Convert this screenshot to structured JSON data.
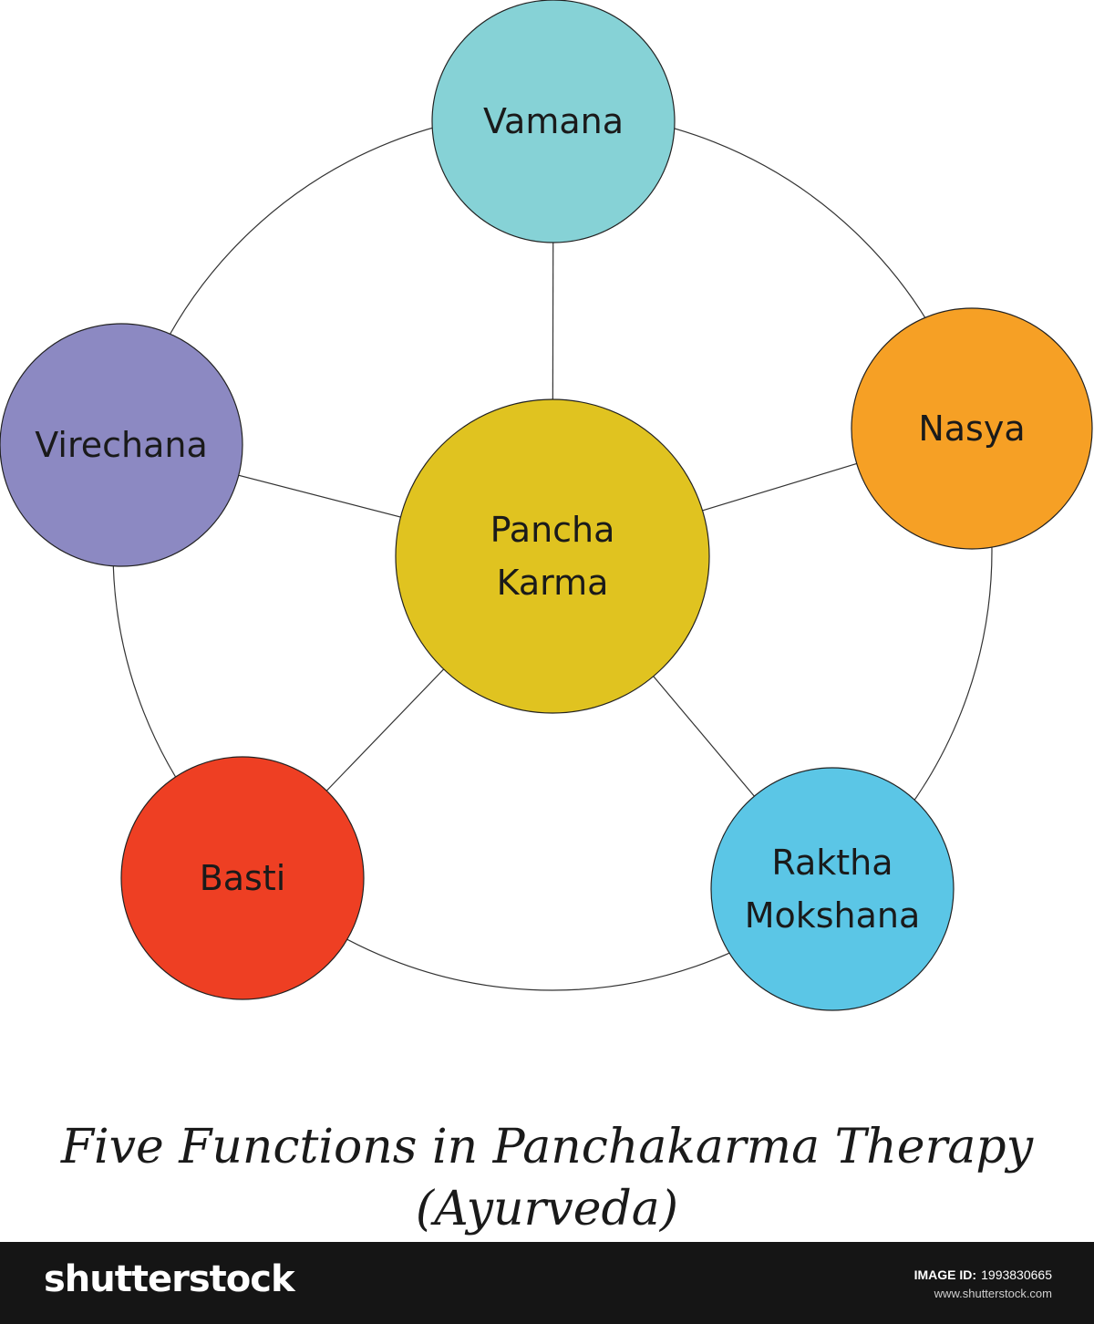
{
  "diagram": {
    "center": {
      "label_lines": [
        "Pancha",
        "Karma"
      ],
      "color": "#E0C320"
    },
    "nodes": [
      {
        "id": "vamana",
        "label_lines": [
          "Vamana"
        ],
        "color": "#86D2D6"
      },
      {
        "id": "nasya",
        "label_lines": [
          "Nasya"
        ],
        "color": "#F6A025"
      },
      {
        "id": "raktha-mokshana",
        "label_lines": [
          "Raktha",
          "Mokshana"
        ],
        "color": "#5BC6E6"
      },
      {
        "id": "basti",
        "label_lines": [
          "Basti"
        ],
        "color": "#EE3F23"
      },
      {
        "id": "virechana",
        "label_lines": [
          "Virechana"
        ],
        "color": "#8C89C2"
      }
    ]
  },
  "caption": {
    "line1": "Five Functions in Panchakarma Therapy",
    "line2": "(Ayurveda)"
  },
  "footer": {
    "brand": "shutterstock",
    "image_id_label": "IMAGE ID:",
    "image_id": "1993830665",
    "site": "www.shutterstock.com"
  }
}
